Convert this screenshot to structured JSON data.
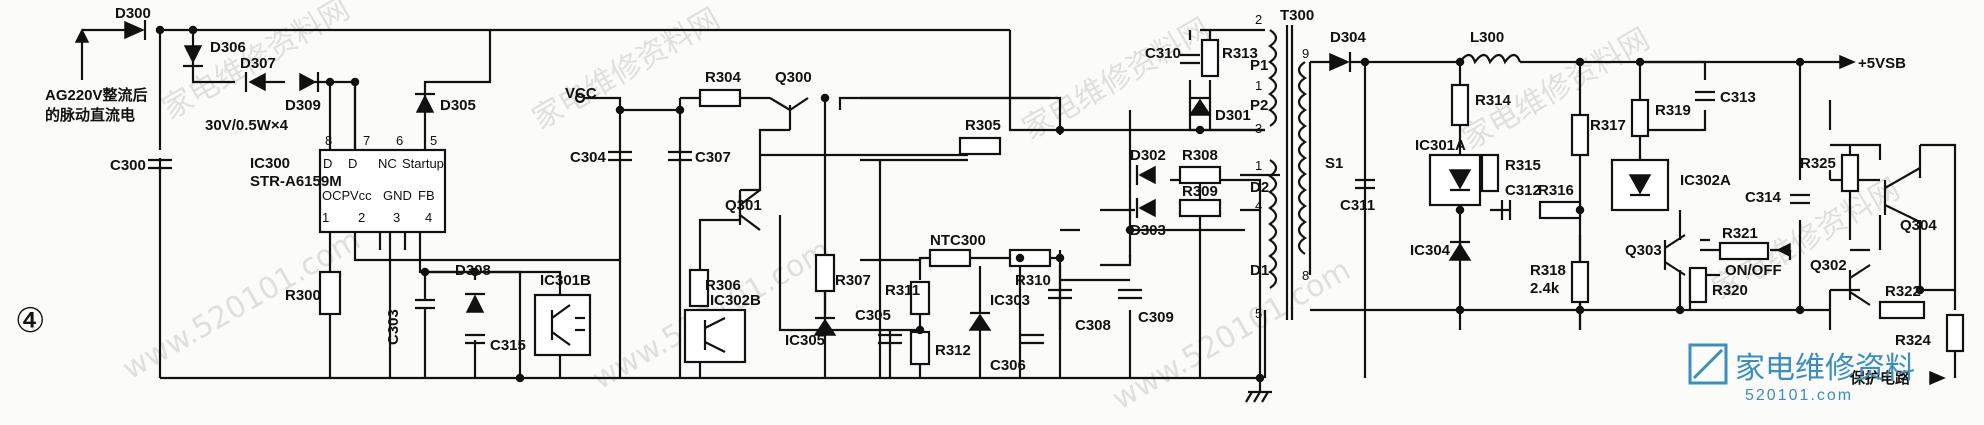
{
  "input_label": [
    "AG220V整流后",
    "的脉动直流电"
  ],
  "diode_note": "30V/0.5W×4",
  "figure_number": "④",
  "ic_main": {
    "name": "IC300",
    "model": "STR-A6159M",
    "pins_top": [
      "8",
      "7",
      "6",
      "5"
    ],
    "pins_top_names": [
      "D",
      "D",
      "NC",
      "Startup"
    ],
    "pins_bottom": [
      "1",
      "2",
      "3",
      "4"
    ],
    "pins_bottom_names": [
      "OCP",
      "Vcc",
      "GND",
      "FB"
    ]
  },
  "transformer": {
    "name": "T300",
    "windings": [
      "P1",
      "P2",
      "S1",
      "D2",
      "D1"
    ],
    "pins": [
      "2",
      "1",
      "3",
      "9",
      "1",
      "4",
      "8",
      "5"
    ]
  },
  "vcc_label": "VCC",
  "output_label": "+5VSB",
  "on_off_label": "ON/OFF",
  "protection_label": "保护电路",
  "r318_value": "2.4k",
  "parts": {
    "D300": "D300",
    "D306": "D306",
    "D307": "D307",
    "D309": "D309",
    "D305": "D305",
    "C300": "C300",
    "R300": "R300",
    "C303": "C303",
    "D308": "D308",
    "C315": "C315",
    "IC301B": "IC301B",
    "C304": "C304",
    "C307": "C307",
    "R304": "R304",
    "Q300": "Q300",
    "R305": "R305",
    "Q301": "Q301",
    "R306": "R306",
    "IC302B": "IC302B",
    "R307": "R307",
    "IC305": "IC305",
    "C305": "C305",
    "R311": "R311",
    "R312": "R312",
    "NTC300": "NTC300",
    "R310": "R310",
    "IC303": "IC303",
    "C306": "C306",
    "C308": "C308",
    "C309": "C309",
    "C310": "C310",
    "R313": "R313",
    "D301": "D301",
    "D302": "D302",
    "R308": "R308",
    "D303": "D303",
    "R309": "R309",
    "D304": "D304",
    "C311": "C311",
    "L300": "L300",
    "R314": "R314",
    "IC301A": "IC301A",
    "R315": "R315",
    "C312": "C312",
    "R316": "R316",
    "IC304": "IC304",
    "R317": "R317",
    "R318": "R318",
    "R319": "R319",
    "C313": "C313",
    "IC302A": "IC302A",
    "C314": "C314",
    "Q303": "Q303",
    "R320": "R320",
    "R321": "R321",
    "R325": "R325",
    "Q304": "Q304",
    "Q302": "Q302",
    "R322": "R322",
    "R324": "R324"
  },
  "watermark_text": "家电维修资料网",
  "watermark_url": "www.520101.com",
  "logo": {
    "text": "家电维修资料",
    "url": "520101.com"
  }
}
